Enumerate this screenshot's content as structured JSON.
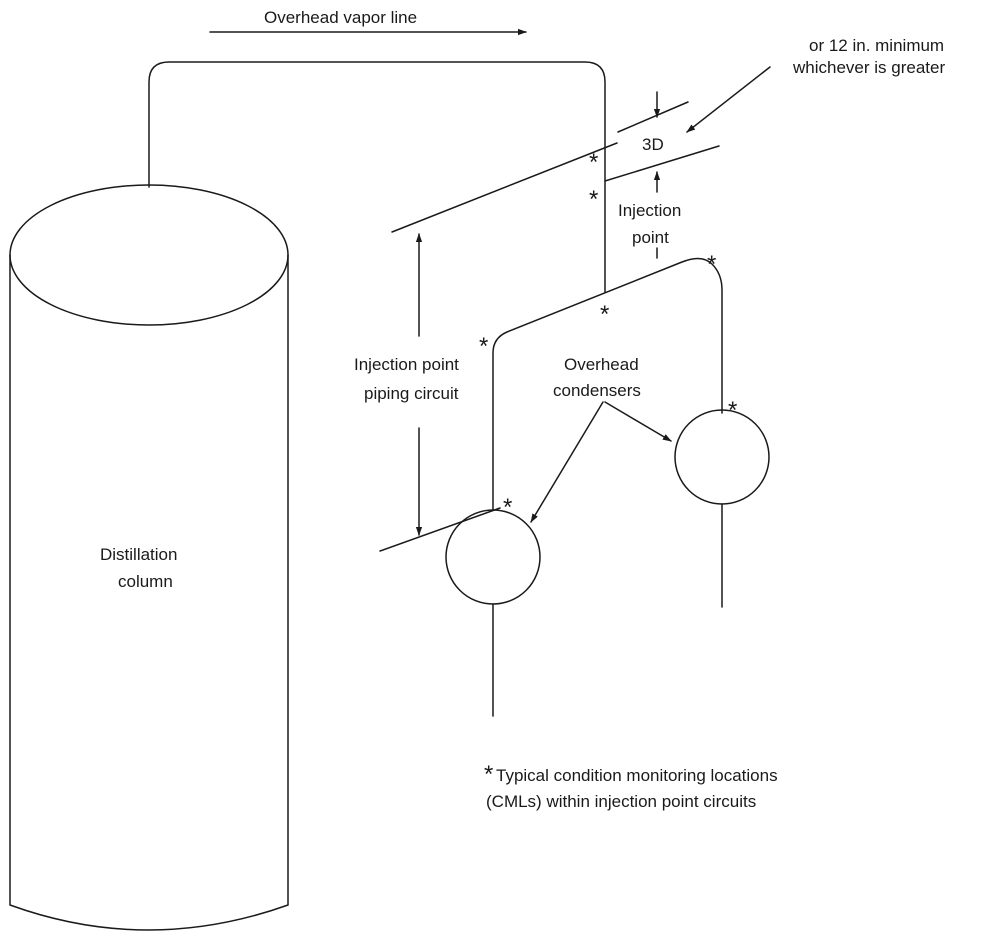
{
  "labels": {
    "overhead_vapor_line": "Overhead vapor line",
    "min_note_line1": "or 12 in. minimum",
    "min_note_line2": "whichever is greater",
    "three_d": "3D",
    "injection_point_line1": "Injection",
    "injection_point_line2": "point",
    "circuit_line1": "Injection point",
    "circuit_line2": "piping circuit",
    "condensers_line1": "Overhead",
    "condensers_line2": "condensers",
    "column_line1": "Distillation",
    "column_line2": "column"
  },
  "legend": {
    "symbol": "*",
    "line1": "Typical condition monitoring locations",
    "line2": "(CMLs) within injection point circuits"
  },
  "cml_marker": "*"
}
